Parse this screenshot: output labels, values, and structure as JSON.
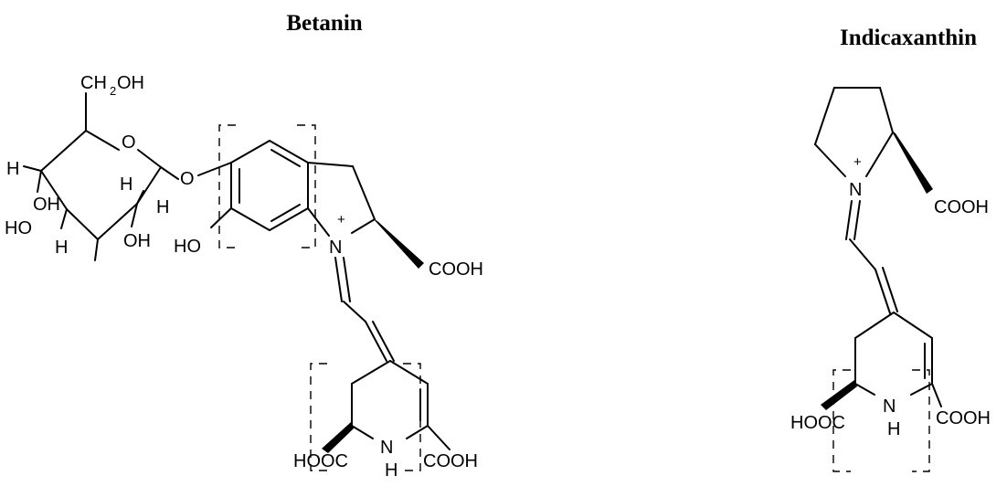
{
  "betanin": {
    "title": "Betanin",
    "atoms": {
      "ch2oh_ch": "CH",
      "ch2oh_sub": "2",
      "ch2oh_oh": "OH",
      "ring_o": "O",
      "glyco_o": "O",
      "h_left": "H",
      "oh_upper": "OH",
      "h_mid": "H",
      "h_right": "H",
      "ho_left": "HO",
      "h_bottom": "H",
      "oh_bottom": "OH",
      "ho_phenol": "HO",
      "n_plus": "N",
      "charge": "+",
      "cooh_right": "COOH",
      "hooc_bottom": "HOOC",
      "nh_n": "N",
      "nh_h": "H",
      "cooh_bottom": "COOH"
    }
  },
  "indicaxanthin": {
    "title": "Indicaxanthin",
    "atoms": {
      "n_plus": "N",
      "charge": "+",
      "cooh_top": "COOH",
      "hooc": "HOOC",
      "nh_n": "N",
      "nh_h": "H",
      "cooh_right": "COOH"
    }
  }
}
